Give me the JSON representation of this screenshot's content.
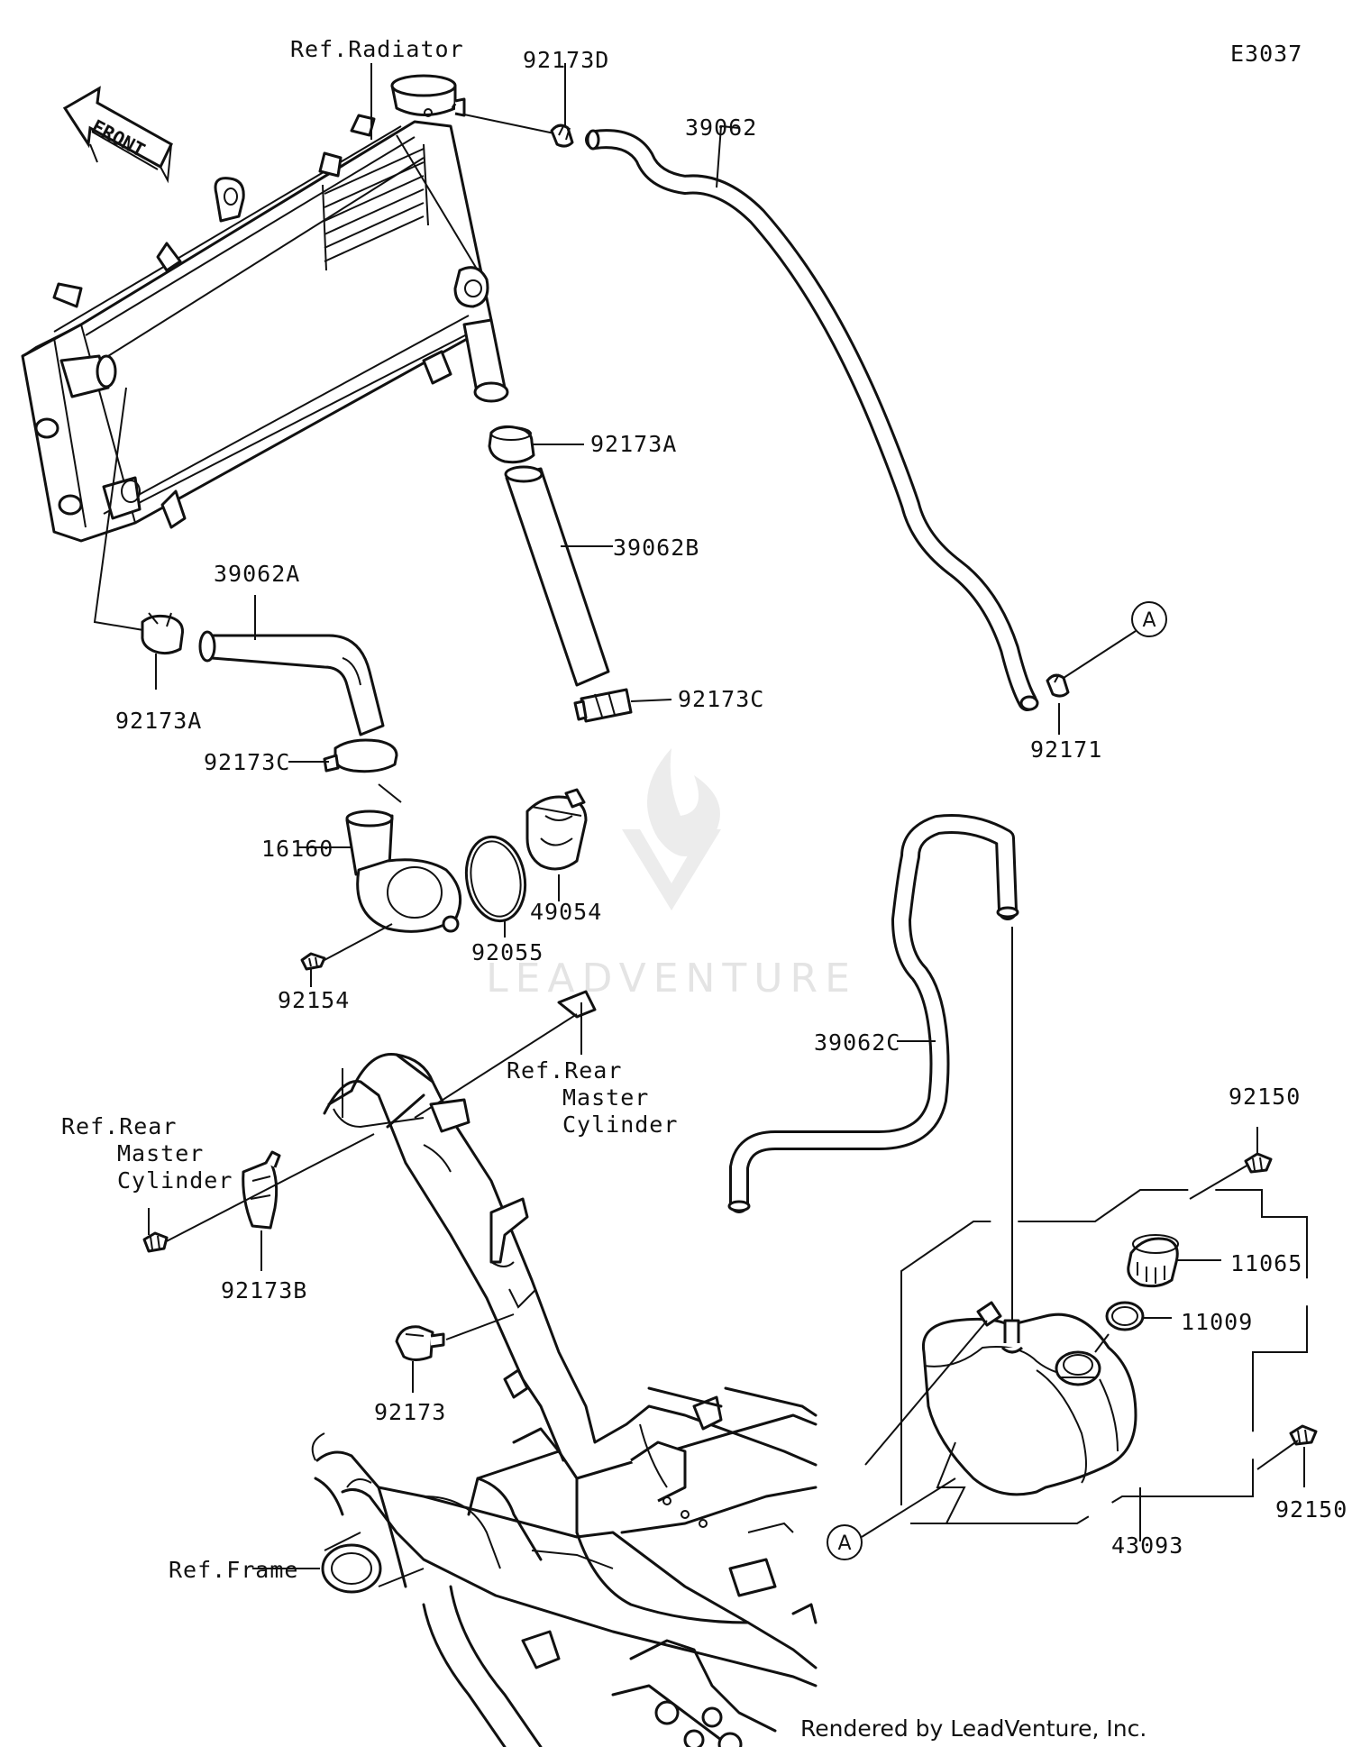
{
  "diagram_code": "E3037",
  "front_label": "FRONT",
  "credit": "Rendered by LeadVenture, Inc.",
  "watermark": "LEADVENTURE",
  "ref_marker": "A",
  "labels": {
    "ref_radiator": "Ref.Radiator",
    "p92173D": "92173D",
    "p39062": "39062",
    "p92173A_top": "92173A",
    "p39062B": "39062B",
    "p92173C_right": "92173C",
    "p39062A": "39062A",
    "p92173A_left": "92173A",
    "p92173C_left": "92173C",
    "p16160": "16160",
    "p92055": "92055",
    "p49054": "49054",
    "p92154": "92154",
    "p92171": "92171",
    "p39062C": "39062C",
    "ref_rear_master_right": [
      "Ref.Rear",
      "Master",
      "Cylinder"
    ],
    "ref_rear_master_left": [
      "Ref.Rear",
      "Master",
      "Cylinder"
    ],
    "p92173B": "92173B",
    "p92173": "92173",
    "p92150_top": "92150",
    "p11065": "11065",
    "p11009": "11009",
    "p92150_right": "92150",
    "p43093": "43093",
    "ref_frame": "Ref.Frame"
  }
}
